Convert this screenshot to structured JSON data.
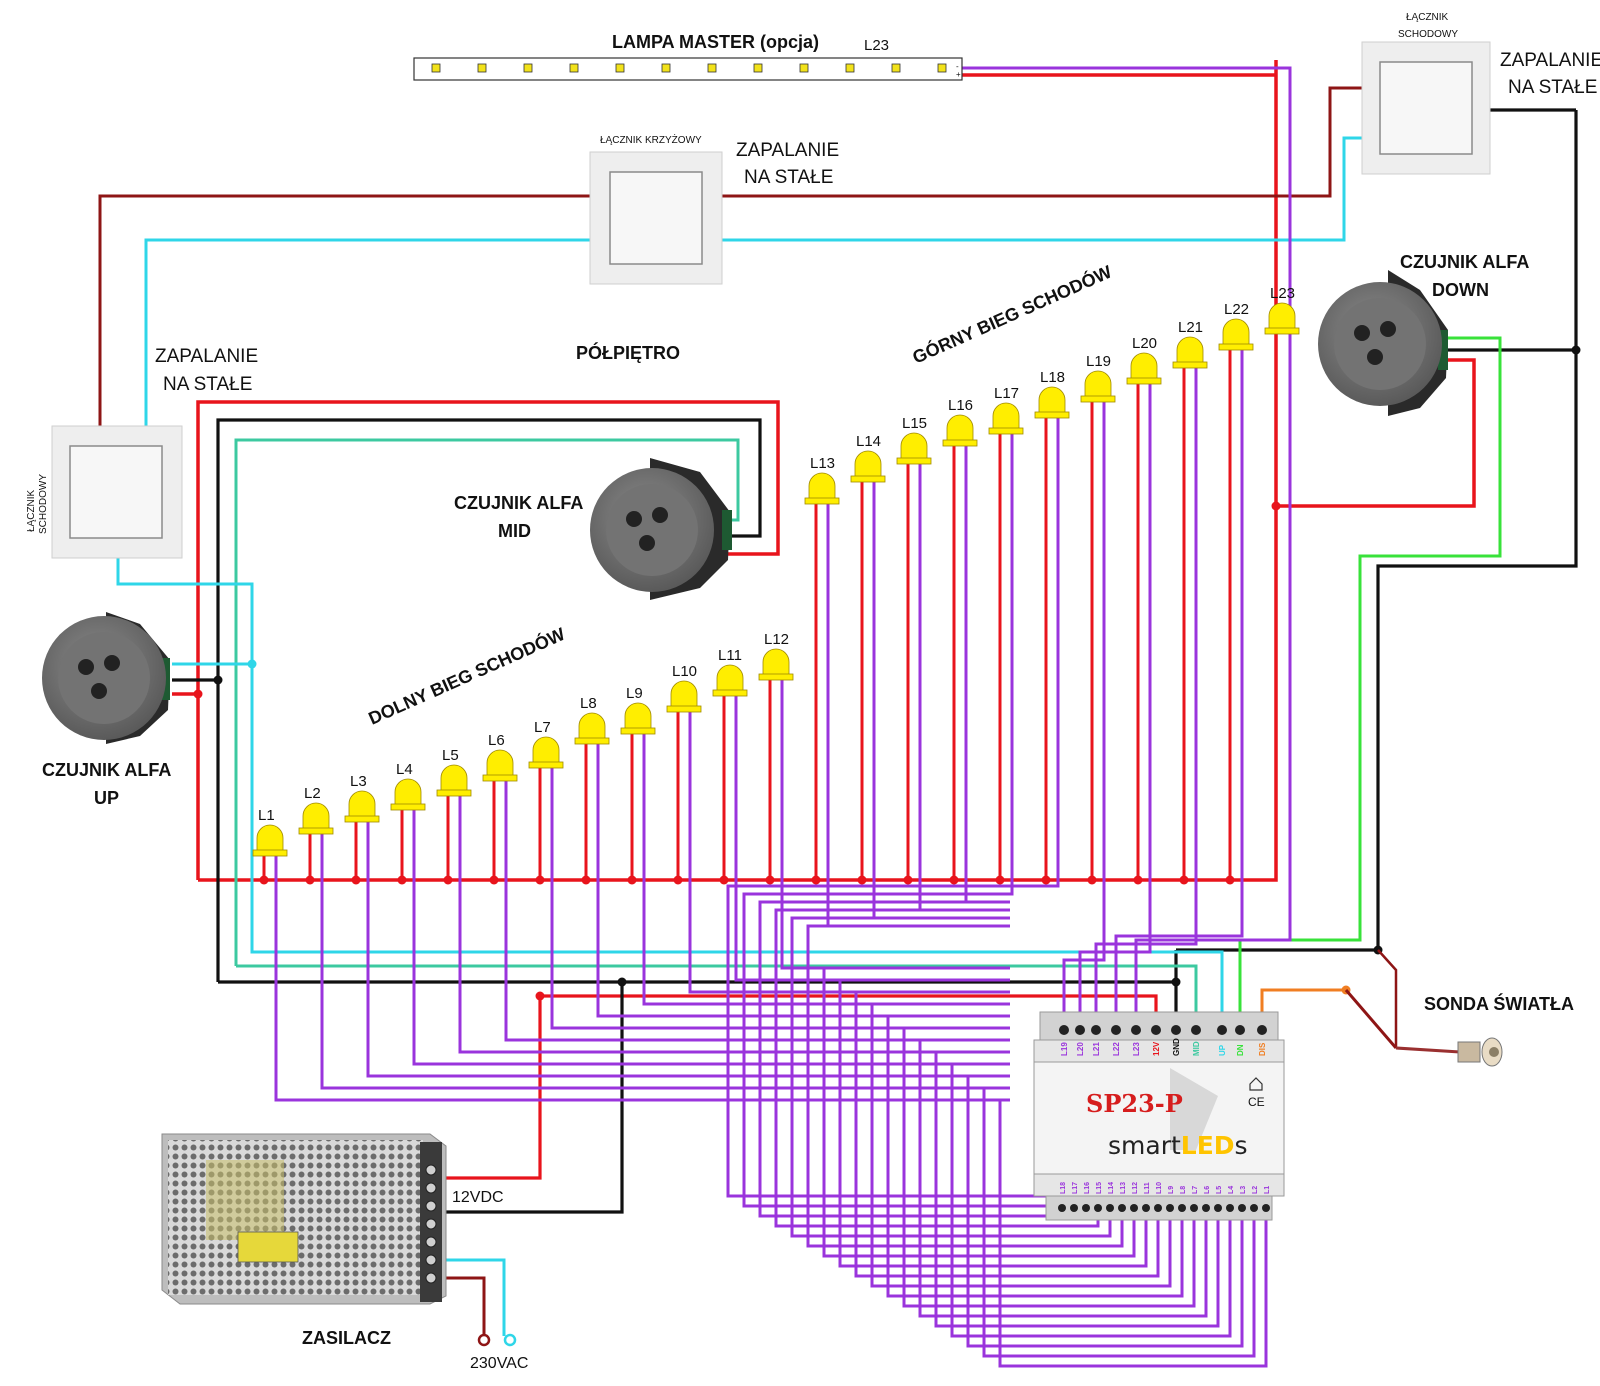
{
  "labels": {
    "lamp_master": "LAMPA MASTER (opcja)",
    "lamp_master_id": "L23",
    "switch_cross_title": "ŁĄCZNIK KRZYŻOWY",
    "switch_stair_title": "ŁĄCZNIK",
    "switch_stair_title2": "SCHODOWY",
    "on_const_1": "ZAPALANIE",
    "on_const_2": "NA STAŁE",
    "landing": "PÓŁPIĘTRO",
    "upper_flight": "GÓRNY BIEG SCHODÓW",
    "lower_flight": "DOLNY BIEG SCHODÓW",
    "sensor_mid_1": "CZUJNIK ALFA",
    "sensor_mid_2": "MID",
    "sensor_down_1": "CZUJNIK ALFA",
    "sensor_down_2": "DOWN",
    "sensor_up_1": "CZUJNIK ALFA",
    "sensor_up_2": "UP",
    "light_probe": "SONDA ŚWIATŁA",
    "psu": "ZASILACZ",
    "vdc": "12VDC",
    "vac": "230VAC",
    "controller_model": "SP23-P",
    "controller_brand_a": "smart",
    "controller_brand_b": "LED",
    "controller_brand_c": "s",
    "controller_ce": "CE"
  },
  "leds": [
    "L1",
    "L2",
    "L3",
    "L4",
    "L5",
    "L6",
    "L7",
    "L8",
    "L9",
    "L10",
    "L11",
    "L12",
    "L13",
    "L14",
    "L15",
    "L16",
    "L17",
    "L18",
    "L19",
    "L20",
    "L21",
    "L22",
    "L23"
  ],
  "top_terminals": [
    "L19",
    "L20",
    "L21",
    "L22",
    "L23",
    "12V",
    "GND",
    "MID",
    "UP",
    "DN",
    "DIS"
  ],
  "bottom_terminals": [
    "L18",
    "L17",
    "L16",
    "L15",
    "L14",
    "L13",
    "L12",
    "L11",
    "L10",
    "L9",
    "L8",
    "L7",
    "L6",
    "L5",
    "L4",
    "L3",
    "L2",
    "L1"
  ],
  "colors": {
    "plus": "#e8141c",
    "gnd": "#111111",
    "led_signal": "#9a34dc",
    "switch_red": "#8e1515",
    "switch_cyan": "#2fd6e8",
    "sensor_teal": "#3cc9a0",
    "sensor_green": "#38e23a",
    "probe_orange": "#f07e22",
    "led_yellow": "#ffee00"
  }
}
